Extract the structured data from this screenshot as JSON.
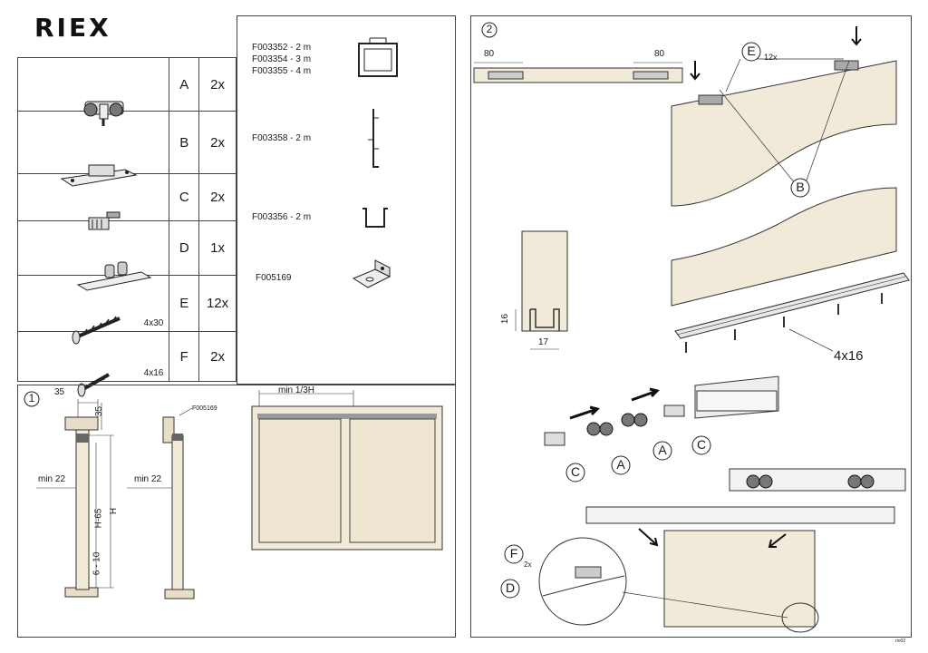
{
  "brand": "RIEX",
  "parts": [
    {
      "letter": "A",
      "qty": "2x",
      "size": "",
      "icon": "roller-carriage-icon"
    },
    {
      "letter": "B",
      "qty": "2x",
      "size": "",
      "icon": "mounting-plate-icon"
    },
    {
      "letter": "C",
      "qty": "2x",
      "size": "",
      "icon": "end-stop-icon"
    },
    {
      "letter": "D",
      "qty": "1x",
      "size": "",
      "icon": "floor-guide-icon"
    },
    {
      "letter": "E",
      "qty": "12x",
      "size": "4x30",
      "icon": "screw-long-icon"
    },
    {
      "letter": "F",
      "qty": "2x",
      "size": "4x16",
      "icon": "screw-short-icon"
    }
  ],
  "profiles": [
    {
      "lines": [
        "F003352 - 2 m",
        "F003354 - 3 m",
        "F003355 - 4 m"
      ],
      "icon": "track-profile-icon"
    },
    {
      "lines": [
        "F003358 - 2 m"
      ],
      "icon": "side-profile-icon"
    },
    {
      "lines": [
        "F003356 - 2 m"
      ],
      "icon": "u-channel-icon"
    },
    {
      "lines": [
        "F005169"
      ],
      "icon": "angle-bracket-icon"
    }
  ],
  "step1": {
    "number": "1",
    "dim_35_h": "35",
    "dim_35_v": "35",
    "min22_a": "min 22",
    "min22_b": "min 22",
    "h65": "H-65",
    "h": "H",
    "gap": "6 - 10",
    "bracket_code": "F005169",
    "min_third": "min 1/3H"
  },
  "step2": {
    "number": "2",
    "dim80_left": "80",
    "dim80_right": "80",
    "callout_e": "E",
    "callout_e_qty": "12x",
    "callout_b": "B",
    "dim16": "16",
    "dim17": "17",
    "screw_label": "4x16",
    "callout_a1": "A",
    "callout_a2": "A",
    "callout_c1": "C",
    "callout_c2": "C",
    "callout_f": "F",
    "callout_f_qty": "2x",
    "callout_d": "D",
    "footer_code": "rio02"
  }
}
